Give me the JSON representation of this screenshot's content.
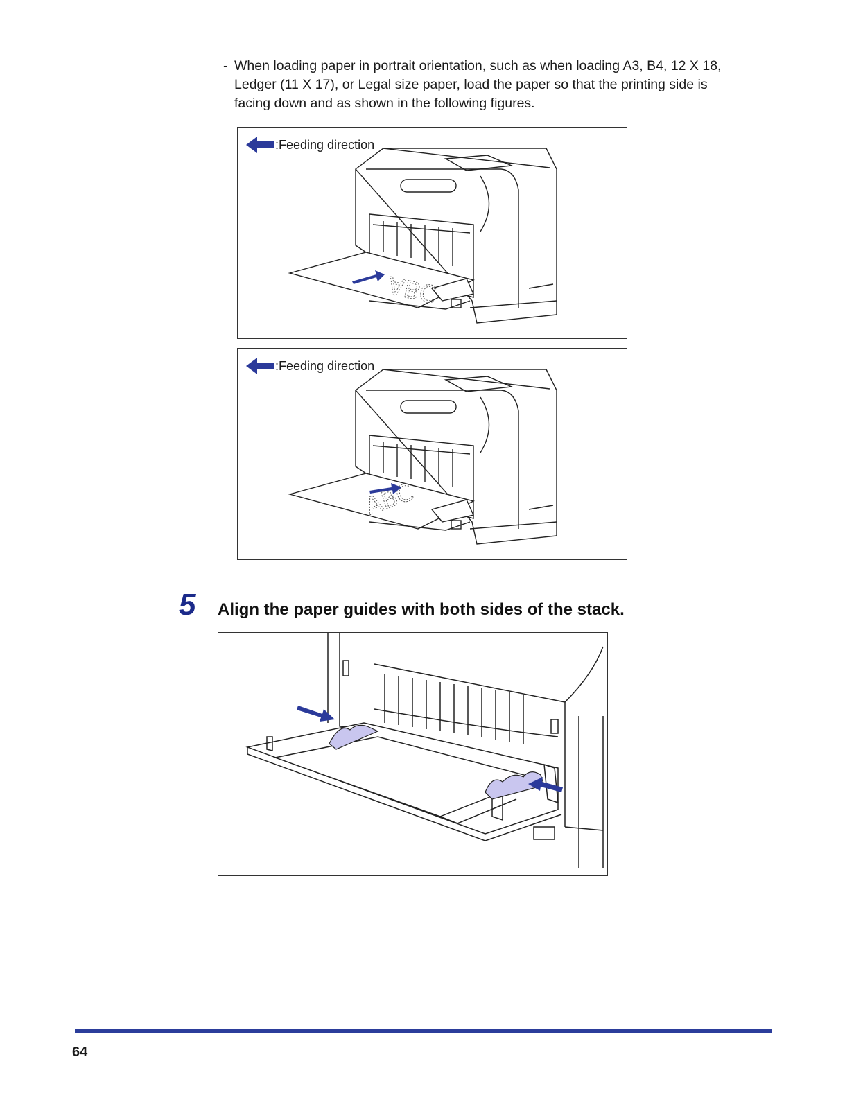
{
  "note": {
    "dash": "-",
    "lines": [
      "When loading paper in portrait orientation, such as when loading A3, B4, 12 X 18,",
      "Ledger (11 X 17), or Legal size paper, load the paper so that the printing side is",
      "facing down and as shown in the following figures."
    ]
  },
  "figures": [
    {
      "legend": ":Feeding direction",
      "paper_text": "ABC"
    },
    {
      "legend": ":Feeding direction",
      "paper_text": "ABC"
    }
  ],
  "step": {
    "number": "5",
    "text": "Align the paper guides with both sides of the stack."
  },
  "footer": {
    "page_number": "64"
  },
  "colors": {
    "accent": "#2b3d9b",
    "arrow": "#2b3a9a",
    "guide_fill": "#c9c6ef"
  }
}
